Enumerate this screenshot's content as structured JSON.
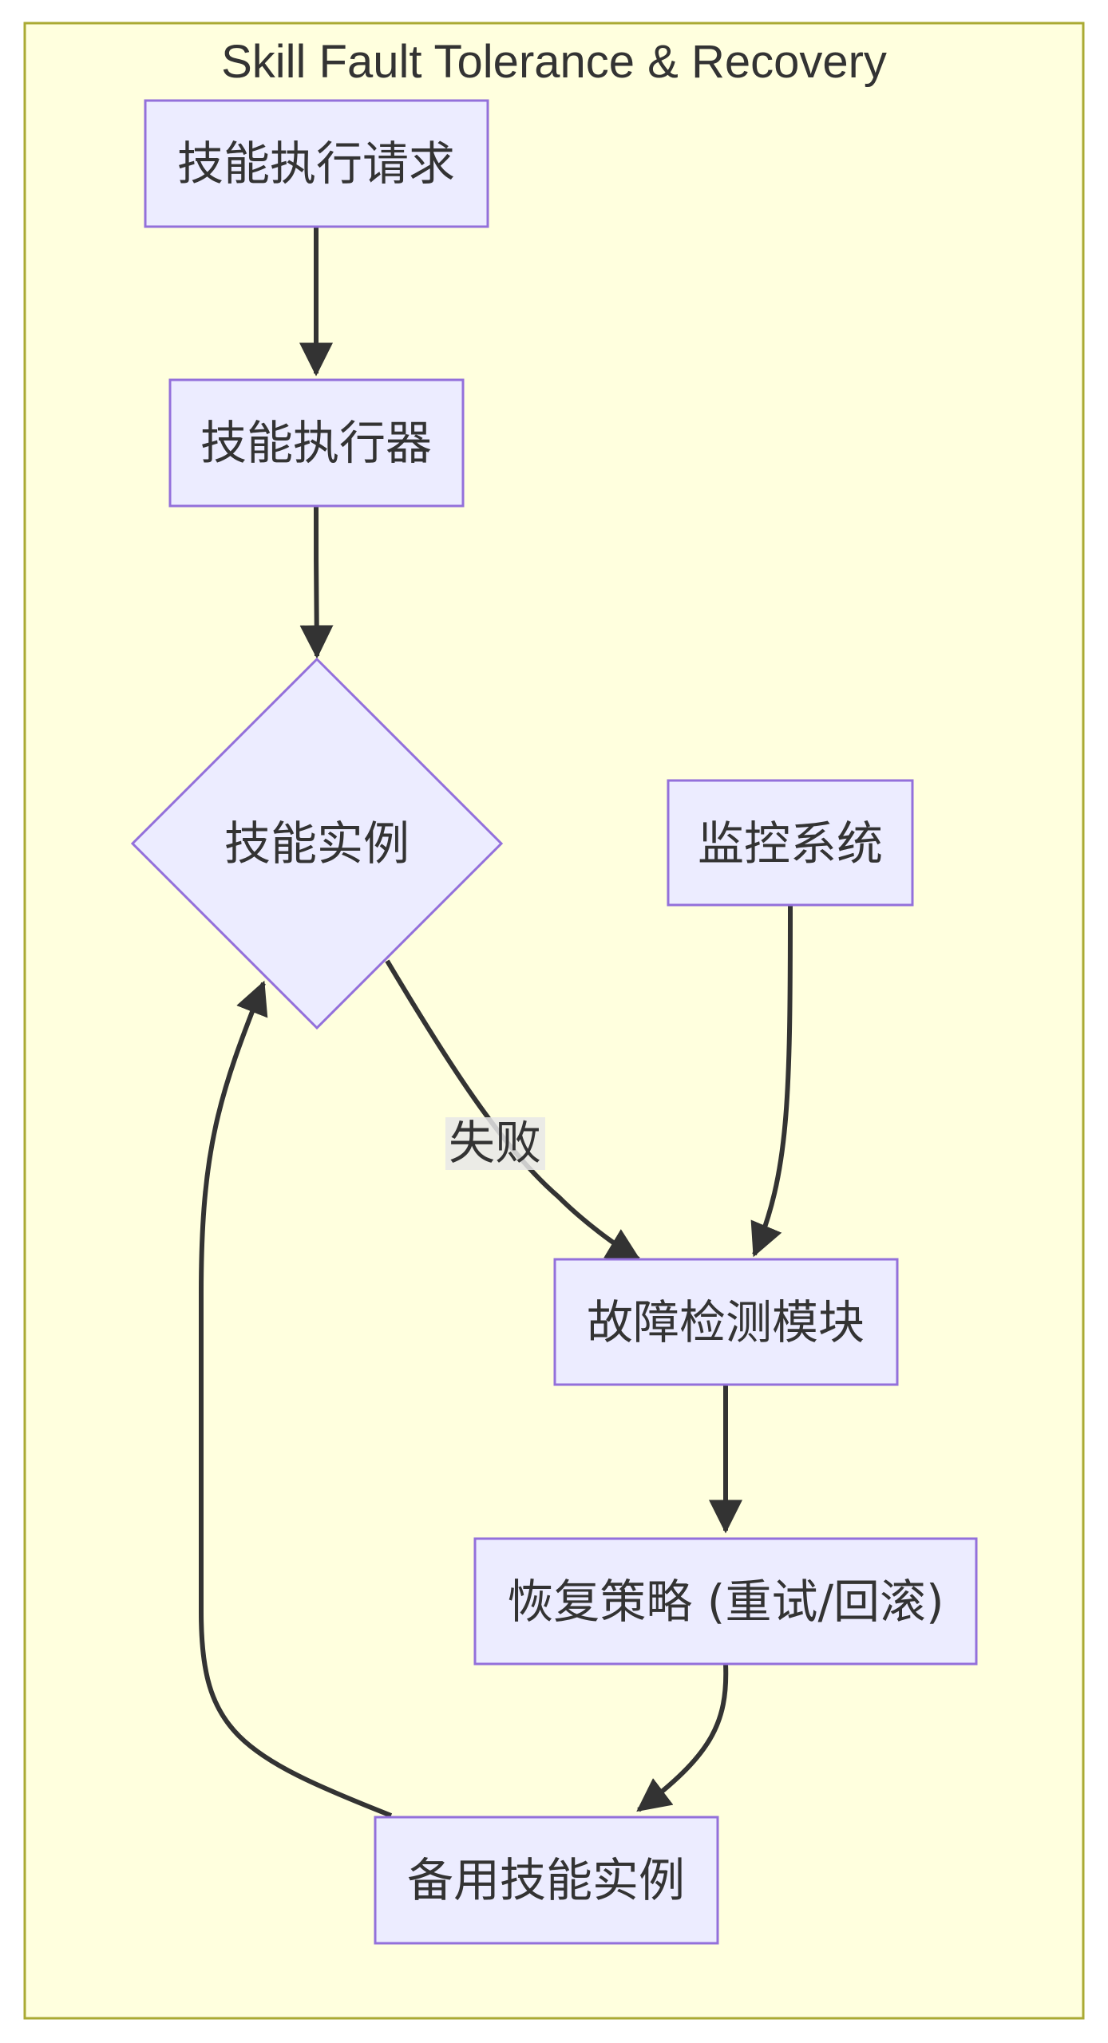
{
  "diagram": {
    "title": "Skill Fault Tolerance & Recovery",
    "nodes": {
      "request": "技能执行请求",
      "executor": "技能执行器",
      "instance": "技能实例",
      "monitor": "监控系统",
      "detector": "故障检测模块",
      "recovery": "恢复策略 (重试/回滚)",
      "backup": "备用技能实例"
    },
    "edges": [
      {
        "from": "request",
        "to": "executor",
        "label": ""
      },
      {
        "from": "executor",
        "to": "instance",
        "label": ""
      },
      {
        "from": "instance",
        "to": "detector",
        "label": "失败"
      },
      {
        "from": "monitor",
        "to": "detector",
        "label": ""
      },
      {
        "from": "detector",
        "to": "recovery",
        "label": ""
      },
      {
        "from": "recovery",
        "to": "backup",
        "label": ""
      },
      {
        "from": "backup",
        "to": "instance",
        "label": ""
      }
    ],
    "colors": {
      "cluster_fill": "#ffffde",
      "cluster_stroke": "#aaaa33",
      "node_fill": "#ececff",
      "node_stroke": "#9370db",
      "edge": "#333333",
      "label_bg": "#e8e8e8"
    }
  }
}
